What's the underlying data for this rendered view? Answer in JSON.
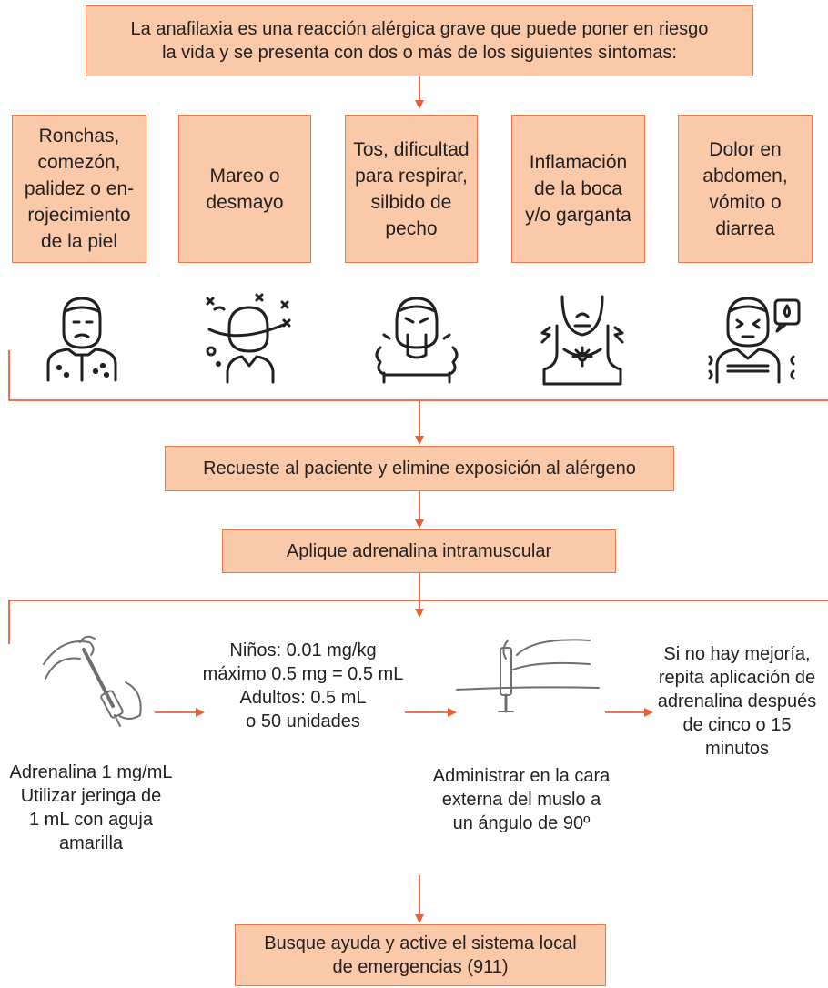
{
  "colors": {
    "box_fill": "#f9c9a9",
    "box_border": "#e87a4a",
    "arrow": "#e8603a",
    "text": "#231f20"
  },
  "intro": "La anafilaxia es una reacción alérgica grave que puede poner en riesgo\nla vida y se presenta con dos o más de los siguientes síntomas:",
  "symptoms": [
    {
      "label": "Ronchas,\ncomezón,\npalidez o en-\nrojecimiento\nde la piel",
      "icon": "skin-rash-person-icon"
    },
    {
      "label": "Mareo o\ndesmayo",
      "icon": "dizzy-person-icon"
    },
    {
      "label": "Tos, dificultad\npara respirar,\nsilbido de\npecho",
      "icon": "coughing-person-icon"
    },
    {
      "label": "Inflamación\nde la boca\ny/o garganta",
      "icon": "swollen-throat-icon"
    },
    {
      "label": "Dolor en\nabdomen,\nvómito o\ndiarrea",
      "icon": "stomach-ache-person-icon"
    }
  ],
  "steps": {
    "recline": "Recueste al paciente y elimine exposición al alérgeno",
    "adrenaline": "Aplique adrenalina intramuscular",
    "help": "Busque ayuda y active el sistema local\nde emergencias (911)"
  },
  "procedure": {
    "syringe_caption": "Adrenalina 1 mg/mL\nUtilizar jeringa de\n1 mL con aguja\namarilla",
    "dose": "Niños: 0.01 mg/kg\nmáximo 0.5 mg = 0.5 mL\nAdultos: 0.5 mL\no 50 unidades",
    "injection_caption": "Administrar en la cara\nexterna del muslo a\nun ángulo de 90º",
    "repeat": "Si no hay mejoría,\nrepita aplicación de\nadrenalina después\nde cinco o 15\nminutos"
  }
}
